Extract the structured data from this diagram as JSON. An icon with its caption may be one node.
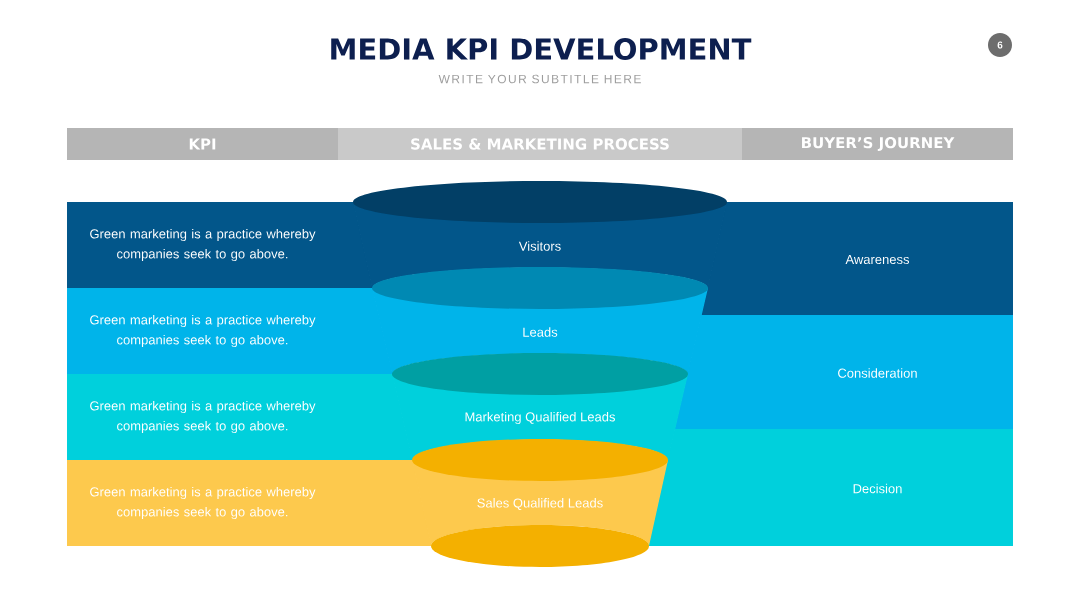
{
  "diagram": {
    "title": "MEDIA KPI DEVELOPMENT",
    "nodes": [
      {
        "text": [
          "6"
        ]
      },
      {
        "text": [
          "KPI"
        ]
      },
      {
        "text": [
          "SALES & MARKETING PROCESS"
        ]
      },
      {
        "text": [
          "BUYER’S JOURNEY"
        ]
      },
      {
        "text": [
          "Green marketing is a practice whereby companies seek to go above."
        ]
      },
      {
        "text": [
          "Visitors"
        ]
      },
      {
        "text": [
          "Awareness"
        ]
      },
      {
        "text": [
          "Green marketing is a practice whereby companies seek to go above."
        ]
      },
      {
        "text": [
          "Leads"
        ]
      },
      {
        "text": [
          "Consideration"
        ]
      },
      {
        "text": [
          "Green marketing is a practice whereby companies seek to go above."
        ]
      },
      {
        "text": [
          "Marketing Qualified Leads"
        ]
      },
      {
        "text": [
          "Decision"
        ]
      },
      {
        "text": [
          "Green marketing is a practice whereby companies seek to go above."
        ]
      },
      {
        "text": [
          "Sales Qualified Leads"
        ]
      }
    ],
    "labels": [
      "WRITE YOUR SUBTITLE HERE"
    ]
  }
}
